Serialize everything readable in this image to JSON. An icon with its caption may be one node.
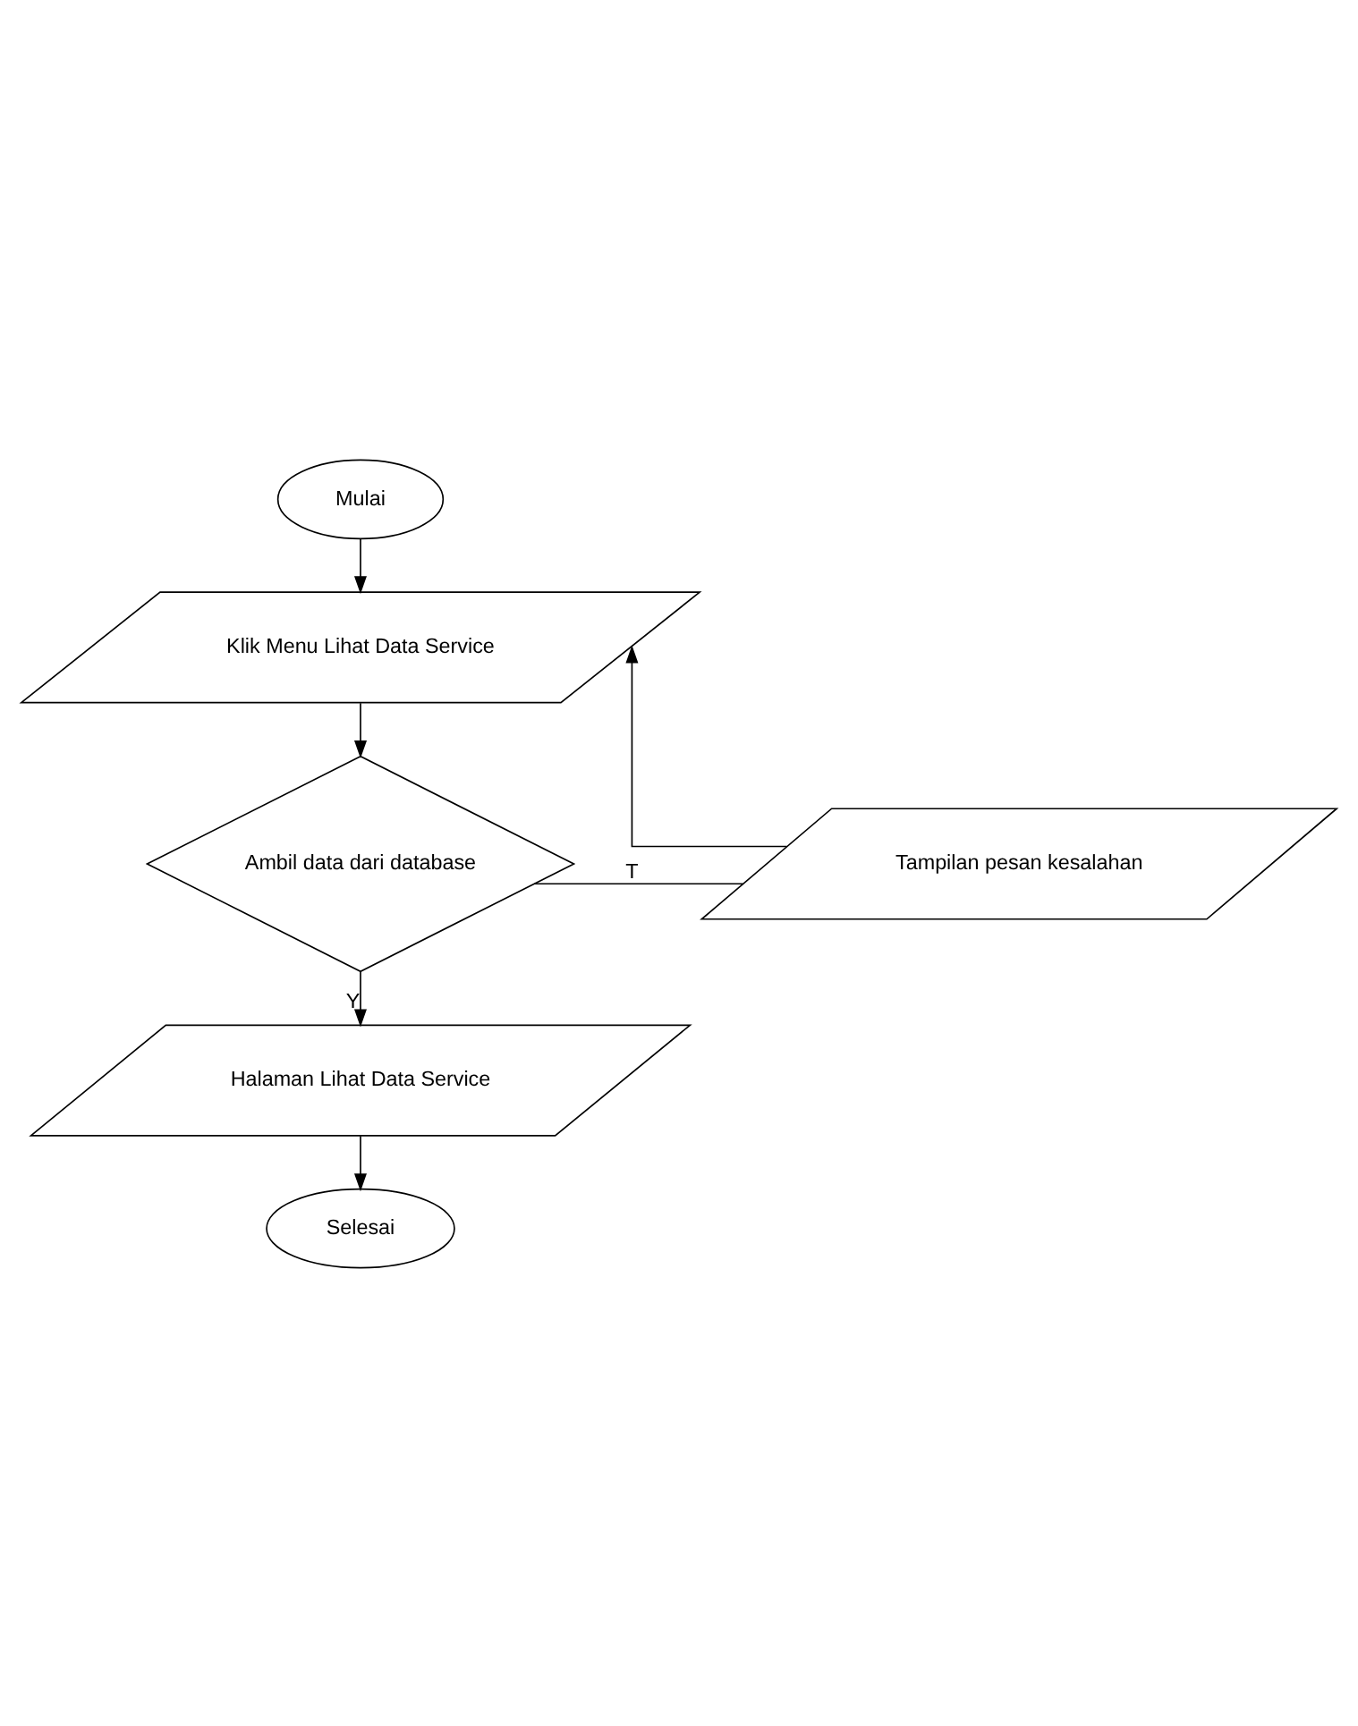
{
  "diagram": {
    "nodes": [
      {
        "text": [
          "Mulai"
        ]
      },
      {
        "text": [
          "Klik Menu Lihat Data Service"
        ]
      },
      {
        "text": [
          "Ambil data dari database"
        ]
      },
      {
        "text": [
          "Tampilan pesan kesalahan"
        ]
      },
      {
        "text": [
          "Halaman Lihat Data Service"
        ]
      },
      {
        "text": [
          "Selesai"
        ]
      }
    ],
    "edges": [
      {
        "from": 0,
        "to": 1,
        "arrow": "to"
      },
      {
        "from": 1,
        "to": 2,
        "arrow": "to"
      },
      {
        "from": 2,
        "to": 3,
        "arrow": "none",
        "label": "T"
      },
      {
        "from": 3,
        "to": 1,
        "arrow": "to"
      },
      {
        "from": 2,
        "to": 4,
        "arrow": "to",
        "label": "Y"
      },
      {
        "from": 4,
        "to": 5,
        "arrow": "to"
      }
    ]
  }
}
